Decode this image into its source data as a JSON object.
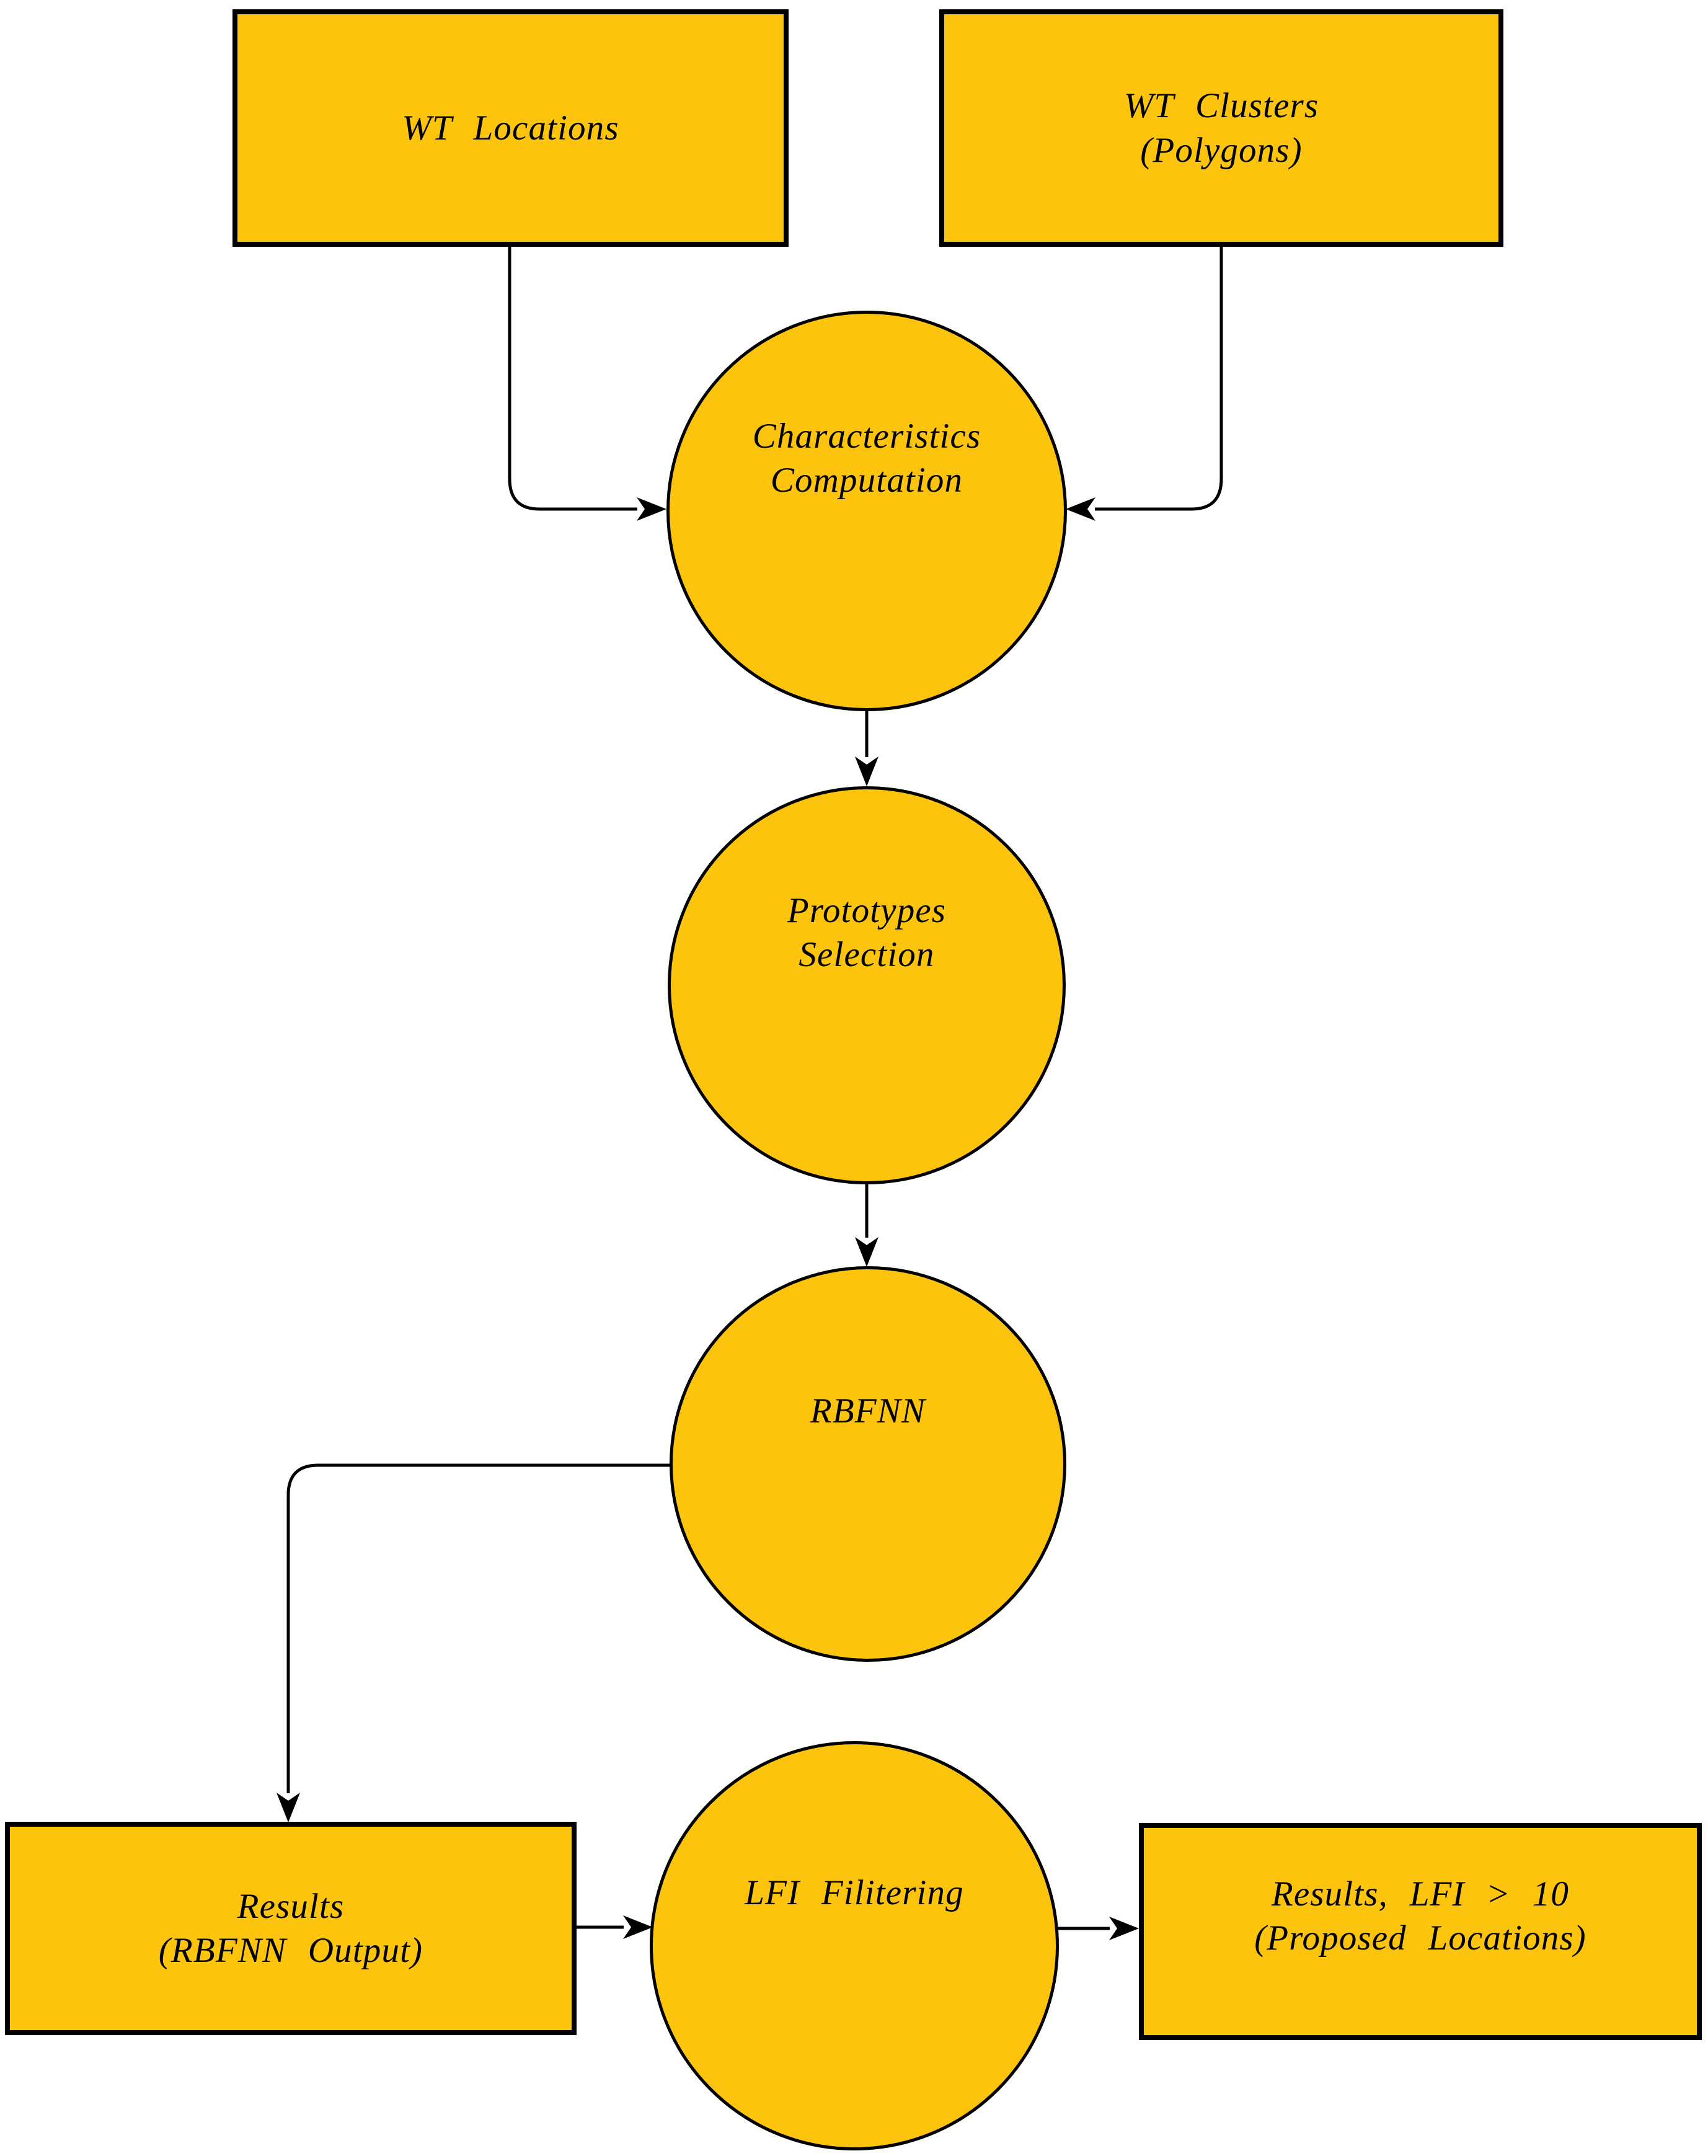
{
  "figure": {
    "colors": {
      "background": "#FFFFFF",
      "node_fill": "#FCC40D",
      "node_stroke": "#000000",
      "arrow": "#000000",
      "text": "#000000"
    },
    "nodes": {
      "wt_locations": {
        "shape": "rectangle",
        "lines": [
          "WT Locations"
        ]
      },
      "wt_clusters": {
        "shape": "rectangle",
        "lines": [
          "WT Clusters",
          "(Polygons)"
        ]
      },
      "characteristics_computation": {
        "shape": "circle",
        "lines": [
          "Characteristics",
          "Computation"
        ]
      },
      "prototypes_selection": {
        "shape": "circle",
        "lines": [
          "Prototypes",
          "Selection"
        ]
      },
      "rbfnn": {
        "shape": "circle",
        "lines": [
          "RBFNN"
        ]
      },
      "results_rbfnn_output": {
        "shape": "rectangle",
        "lines": [
          "Results",
          "(RBFNN Output)"
        ]
      },
      "lfi_filtering": {
        "shape": "circle",
        "lines": [
          "LFI Filitering"
        ]
      },
      "results_lfi_gt_10": {
        "shape": "rectangle",
        "lines": [
          "Results, LFI > 10",
          "(Proposed Locations)"
        ]
      }
    },
    "edges": [
      {
        "from": "wt_locations",
        "to": "characteristics_computation"
      },
      {
        "from": "wt_clusters",
        "to": "characteristics_computation"
      },
      {
        "from": "characteristics_computation",
        "to": "prototypes_selection"
      },
      {
        "from": "prototypes_selection",
        "to": "rbfnn"
      },
      {
        "from": "rbfnn",
        "to": "results_rbfnn_output"
      },
      {
        "from": "results_rbfnn_output",
        "to": "lfi_filtering"
      },
      {
        "from": "lfi_filtering",
        "to": "results_lfi_gt_10"
      }
    ]
  }
}
